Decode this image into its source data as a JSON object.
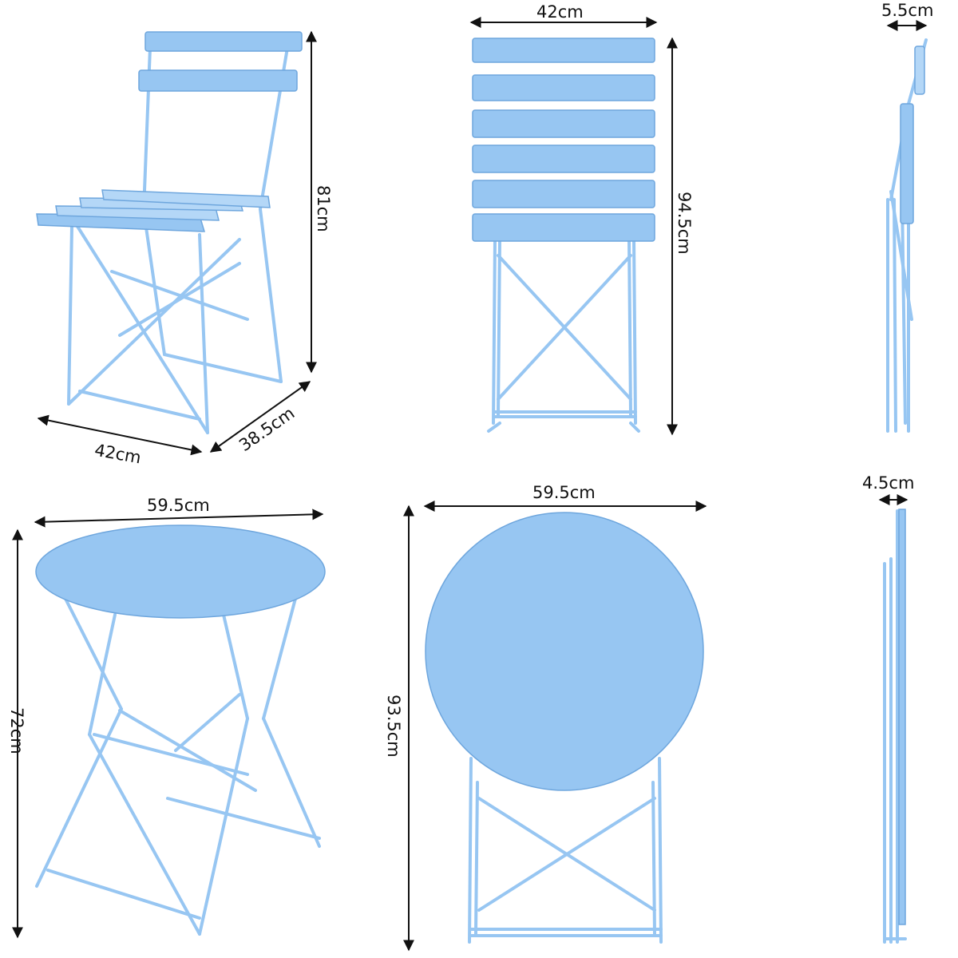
{
  "colors": {
    "furniture_fill": "#97c6f2",
    "furniture_light": "#b4d7f7",
    "furniture_stroke": "#6ea6dd",
    "dimension_line": "#111111",
    "background": "#ffffff"
  },
  "dimensions": {
    "chair_side_height": "81cm",
    "chair_side_width": "42cm",
    "chair_side_depth": "38.5cm",
    "chair_folded_width": "42cm",
    "chair_folded_height": "94.5cm",
    "chair_folded_thickness": "5.5cm",
    "table_open_width": "59.5cm",
    "table_open_height": "72cm",
    "table_folded_width": "59.5cm",
    "table_folded_height": "93.5cm",
    "table_folded_thickness": "4.5cm"
  }
}
